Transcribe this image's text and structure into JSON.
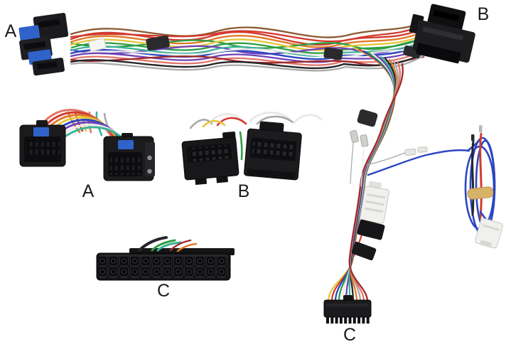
{
  "labels": {
    "main_a": "A",
    "main_b": "B",
    "closeup_a": "A",
    "closeup_b": "B",
    "closeup_c": "C",
    "harness_c": "C"
  },
  "palette": {
    "background": "#ffffff",
    "red": "#d23b2f",
    "dark_red": "#9e2a2b",
    "orange": "#e07b28",
    "yellow": "#e6c63c",
    "green": "#2f9e44",
    "teal": "#3cb297",
    "blue": "#2b46c0",
    "purple": "#6f42b8",
    "pink": "#e0766c",
    "white_wire": "#e9e9e6",
    "gray": "#a9a9a9",
    "black_wire": "#26262a",
    "brown": "#8a5a33",
    "connector_black": "#1b1b1e",
    "connector_blue": "#2f63c9",
    "connector_white": "#f0f0ed",
    "band_tan": "#d7b269"
  }
}
